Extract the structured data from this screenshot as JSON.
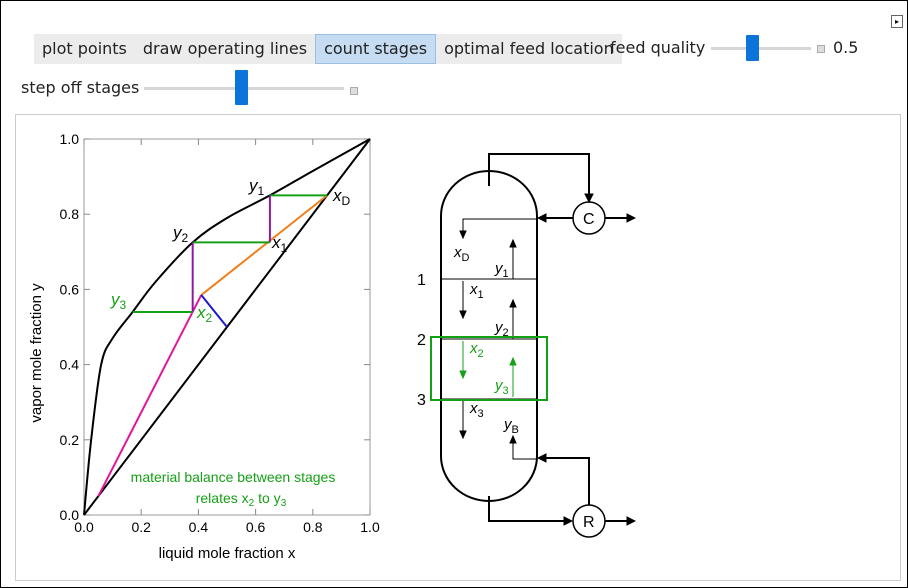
{
  "controls": {
    "tabs": [
      {
        "label": "plot points"
      },
      {
        "label": "draw operating lines"
      },
      {
        "label": "count stages",
        "selected": true
      },
      {
        "label": "optimal feed location"
      }
    ],
    "feed_quality": {
      "label": "feed quality",
      "value": "0.5",
      "fraction": 0.5
    },
    "step_off": {
      "label": "step off stages",
      "fraction": 0.5
    }
  },
  "chart_data": {
    "type": "line",
    "xlabel": "liquid mole fraction x",
    "ylabel": "vapor mole fraction y",
    "xlim": [
      0,
      1
    ],
    "ylim": [
      0,
      1
    ],
    "xticks": [
      "0.0",
      "0.2",
      "0.4",
      "0.6",
      "0.8",
      "1.0"
    ],
    "yticks": [
      "0.0",
      "0.2",
      "0.4",
      "0.6",
      "0.8",
      "1.0"
    ],
    "series": [
      {
        "name": "equilibrium",
        "color": "#000000",
        "points": [
          [
            0,
            0
          ],
          [
            0.025,
            0.2
          ],
          [
            0.06,
            0.4
          ],
          [
            0.1,
            0.47
          ],
          [
            0.17,
            0.54
          ],
          [
            0.25,
            0.62
          ],
          [
            0.38,
            0.725
          ],
          [
            0.5,
            0.79
          ],
          [
            0.65,
            0.85
          ],
          [
            0.8,
            0.915
          ],
          [
            1,
            1
          ]
        ]
      },
      {
        "name": "diagonal",
        "color": "#000000",
        "points": [
          [
            0,
            0
          ],
          [
            1,
            1
          ]
        ]
      },
      {
        "name": "rectifying line",
        "color": "#f07f1a",
        "points": [
          [
            0.41,
            0.585
          ],
          [
            0.85,
            0.85
          ]
        ]
      },
      {
        "name": "stripping line",
        "color": "#e0169c",
        "points": [
          [
            0.05,
            0.05
          ],
          [
            0.41,
            0.585
          ]
        ]
      },
      {
        "name": "q-line",
        "color": "#1a1ad0",
        "points": [
          [
            0.5,
            0.5
          ],
          [
            0.41,
            0.585
          ]
        ]
      },
      {
        "name": "step1 horiz",
        "color": "#16a016",
        "points": [
          [
            0.65,
            0.85
          ],
          [
            0.85,
            0.85
          ]
        ]
      },
      {
        "name": "step1 vert",
        "color": "#8a1aa0",
        "points": [
          [
            0.65,
            0.85
          ],
          [
            0.65,
            0.725
          ]
        ]
      },
      {
        "name": "step2 horiz",
        "color": "#16a016",
        "points": [
          [
            0.38,
            0.725
          ],
          [
            0.65,
            0.725
          ]
        ]
      },
      {
        "name": "step2 vert",
        "color": "#8a1aa0",
        "points": [
          [
            0.38,
            0.725
          ],
          [
            0.38,
            0.54
          ]
        ]
      },
      {
        "name": "step3 horiz",
        "color": "#16a016",
        "points": [
          [
            0.17,
            0.54
          ],
          [
            0.38,
            0.54
          ]
        ]
      }
    ],
    "labels": {
      "y1": "y",
      "x1": "x",
      "y2": "y",
      "x2": "x",
      "y3": "y",
      "xD": "x",
      "sub1": "1",
      "sub2": "2",
      "sub3": "3",
      "subD": "D"
    },
    "annotation_line1": "material balance between stages",
    "annotation_line2a": "relates x",
    "annotation_line2b": " to y"
  },
  "column": {
    "stages": [
      "1",
      "2",
      "3"
    ],
    "condenser": "C",
    "reboiler": "R",
    "B": "B",
    "D": "D",
    "x": "x",
    "y": "y"
  }
}
